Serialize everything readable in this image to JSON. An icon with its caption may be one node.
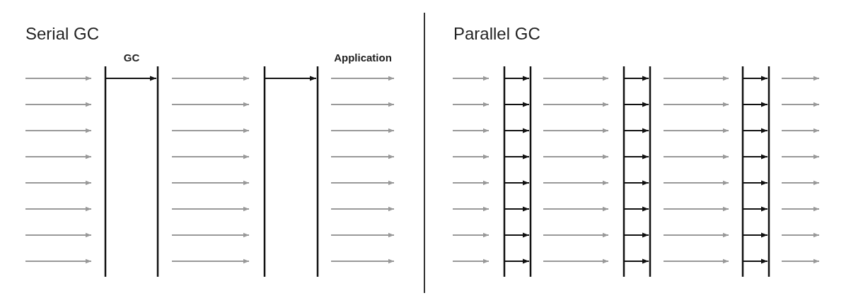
{
  "diagram": {
    "labels": [
      "Serial GC",
      "GC",
      "Application",
      "Parallel GC"
    ]
  }
}
